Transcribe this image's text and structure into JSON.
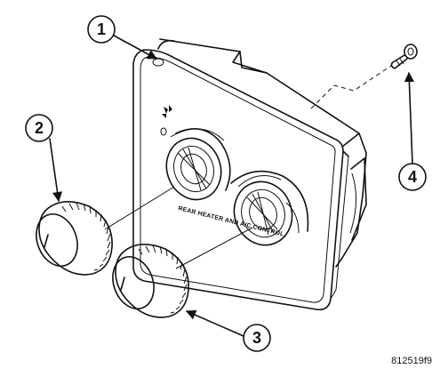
{
  "figure": {
    "callouts": [
      "1",
      "2",
      "3",
      "4"
    ],
    "panel_label": "REAR HEATER AND A/C CONTROL",
    "figure_id": "812519f9",
    "colors": {
      "ink": "#111111",
      "background": "#ffffff",
      "knob_fill": "#f2f2f2"
    }
  }
}
